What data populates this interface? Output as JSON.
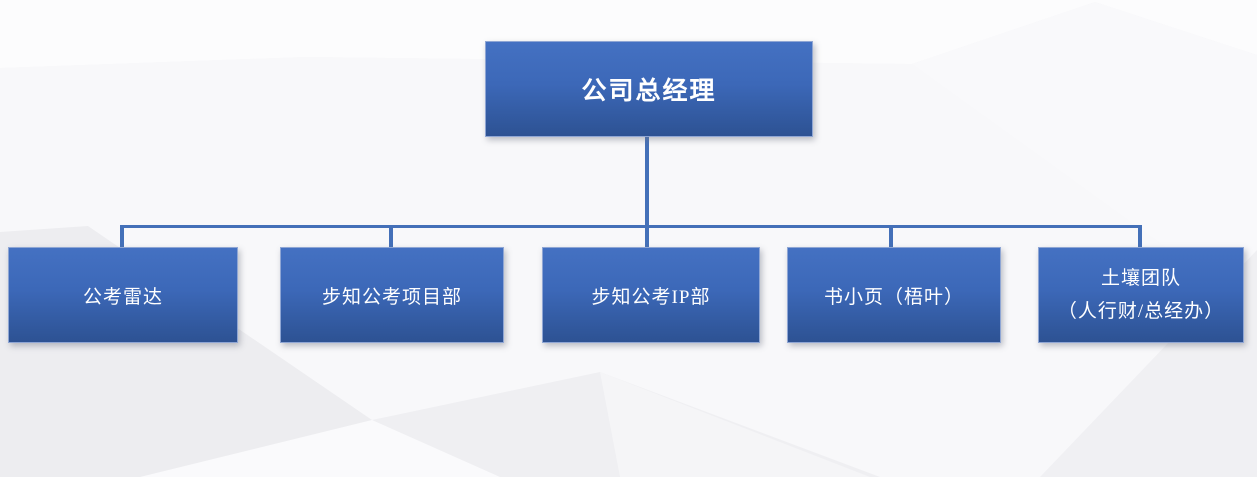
{
  "diagram": {
    "type": "org-chart",
    "root": {
      "label": "公司总经理"
    },
    "departments": [
      {
        "lines": [
          "公考雷达"
        ]
      },
      {
        "lines": [
          "步知公考项目部"
        ]
      },
      {
        "lines": [
          "步知公考IP部"
        ]
      },
      {
        "lines": [
          "书小页（梧叶）"
        ]
      },
      {
        "lines": [
          "土壤团队",
          "（人行财/总经办）"
        ]
      }
    ]
  },
  "colors": {
    "node_fill_top": "#4471c2",
    "node_fill_bottom": "#2d5293",
    "node_border": "#8fa6d4",
    "node_text": "#ffffff",
    "connector": "#4470b8",
    "background": "#f6f6f8"
  }
}
